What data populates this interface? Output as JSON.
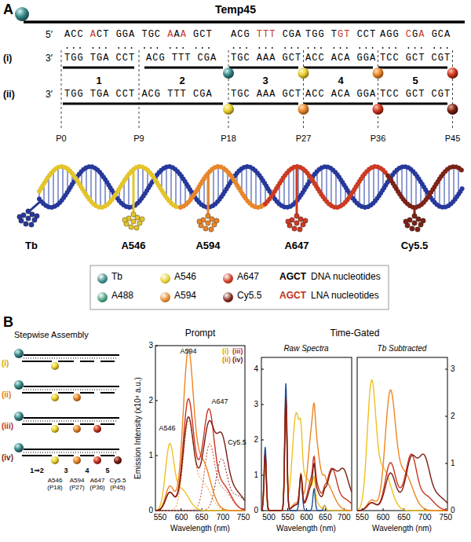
{
  "diagram": {
    "labels": [
      "A",
      "Temp45",
      "5′",
      "ACC ACT GGA TGC AAA GCT",
      "ACG TTT CGA",
      "TGG TGT CCT",
      "AGG CGA GCA",
      "(i)",
      "3′",
      "TGG TGA CCT",
      "ACG TTT CGA",
      "TGC AAA GCT",
      "ACC ACA GGA",
      "TCC GCT CGT",
      "1",
      "2",
      "3",
      "4",
      "5",
      "(ii)",
      "3′",
      "TGG TGA CCT ACG TTT CGA",
      "TGC AAA GCT",
      "ACC ACA GGA",
      "TCC GCT CGT",
      "P0",
      "P9",
      "P18",
      "P27",
      "P36",
      "P45",
      "Tb",
      "A546",
      "A594",
      "A647",
      "Cy5.5",
      "AGCT",
      "AGCT",
      "B",
      "Stepwise Assembly",
      "(i)",
      "(ii)",
      "(iii)",
      "(iv)",
      "1⇒2",
      "3",
      "4",
      "5",
      "A546 (P18)",
      "A594 (P27)",
      "A647 (P36)",
      "Cy5.5 (P45)",
      "Prompt",
      "Emission Intensity (x10⁴ a.u.)",
      "0",
      "1",
      "2",
      "3",
      "550",
      "600",
      "650",
      "700",
      "750",
      "Wavelength (nm)",
      "A546",
      "A594",
      "A647",
      "Cy5.5",
      "(i)",
      "(iii)",
      "(ii)",
      "(iv)",
      "Time-Gated",
      "Raw Spectra",
      "Tb Subtracted",
      "0",
      "1",
      "2",
      "3",
      "4",
      "500",
      "550",
      "600",
      "650",
      "700",
      "Wavelength (nm)",
      "0",
      "1",
      "2",
      "3",
      "550",
      "600",
      "650",
      "700",
      "750",
      "Wavelength (nm)"
    ],
    "legend": [
      {
        "text": "Tb",
        "color": "#3a8a8a"
      },
      {
        "text": "A546",
        "color": "#e8cf2e"
      },
      {
        "text": "A647",
        "color": "#cc3a22"
      },
      {
        "text": "DNA nucleotides"
      },
      {
        "text": "A488",
        "color": "#3e9c78"
      },
      {
        "text": "A594",
        "color": "#e8862a"
      },
      {
        "text": "Cy5.5",
        "color": "#7c2216"
      },
      {
        "text": "LNA nucleotides"
      }
    ]
  }
}
